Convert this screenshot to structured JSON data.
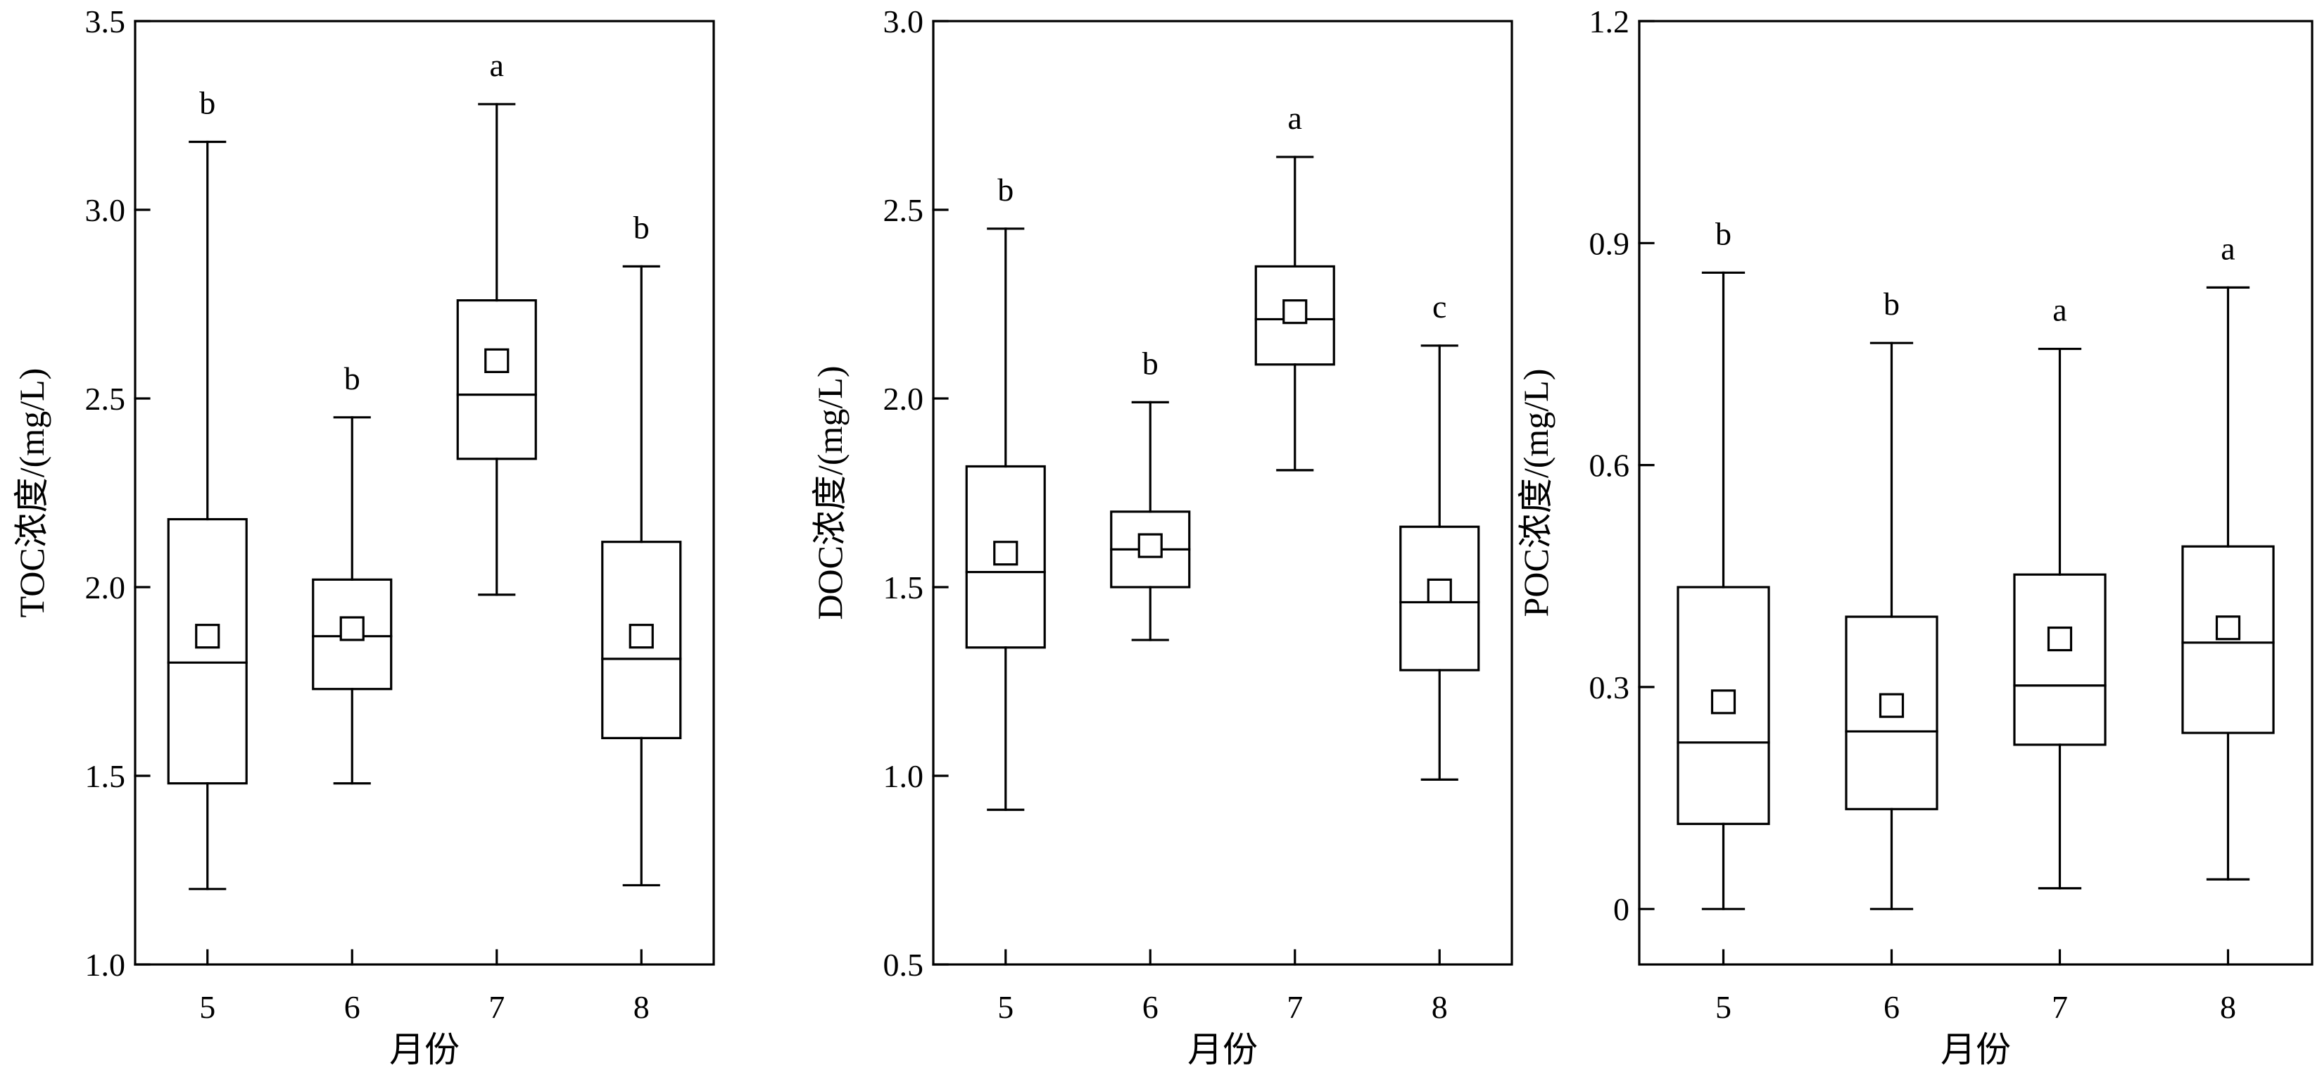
{
  "chart_data": [
    {
      "type": "box",
      "ylabel": "TOC浓度/(mg/L)",
      "xlabel": "月份",
      "ylim": [
        1.0,
        3.5
      ],
      "yticks": [
        "1.0",
        "1.5",
        "2.0",
        "2.5",
        "3.0",
        "3.5"
      ],
      "categories": [
        "5",
        "6",
        "7",
        "8"
      ],
      "boxes": [
        {
          "whisker_low": 1.2,
          "q1": 1.48,
          "median": 1.8,
          "q3": 2.18,
          "whisker_high": 3.18,
          "mean": 1.87,
          "letter": "b"
        },
        {
          "whisker_low": 1.48,
          "q1": 1.73,
          "median": 1.87,
          "q3": 2.02,
          "whisker_high": 2.45,
          "mean": 1.89,
          "letter": "b"
        },
        {
          "whisker_low": 1.98,
          "q1": 2.34,
          "median": 2.51,
          "q3": 2.76,
          "whisker_high": 3.28,
          "mean": 2.6,
          "letter": "a"
        },
        {
          "whisker_low": 1.21,
          "q1": 1.6,
          "median": 1.81,
          "q3": 2.12,
          "whisker_high": 2.85,
          "mean": 1.87,
          "letter": "b"
        }
      ]
    },
    {
      "type": "box",
      "ylabel": "DOC浓度/(mg/L)",
      "xlabel": "月份",
      "ylim": [
        0.5,
        3.0
      ],
      "yticks": [
        "0.5",
        "1.0",
        "1.5",
        "2.0",
        "2.5",
        "3.0"
      ],
      "categories": [
        "5",
        "6",
        "7",
        "8"
      ],
      "boxes": [
        {
          "whisker_low": 0.91,
          "q1": 1.34,
          "median": 1.54,
          "q3": 1.82,
          "whisker_high": 2.45,
          "mean": 1.59,
          "letter": "b"
        },
        {
          "whisker_low": 1.36,
          "q1": 1.5,
          "median": 1.6,
          "q3": 1.7,
          "whisker_high": 1.99,
          "mean": 1.61,
          "letter": "b"
        },
        {
          "whisker_low": 1.81,
          "q1": 2.09,
          "median": 2.21,
          "q3": 2.35,
          "whisker_high": 2.64,
          "mean": 2.23,
          "letter": "a"
        },
        {
          "whisker_low": 0.99,
          "q1": 1.28,
          "median": 1.46,
          "q3": 1.66,
          "whisker_high": 2.14,
          "mean": 1.49,
          "letter": "c"
        }
      ]
    },
    {
      "type": "box",
      "ylabel": "POC浓度/(mg/L)",
      "xlabel": "月份",
      "ylim": [
        -0.075,
        1.2
      ],
      "yticks": [
        "0",
        "0.3",
        "0.6",
        "0.9",
        "1.2"
      ],
      "categories": [
        "5",
        "6",
        "7",
        "8"
      ],
      "boxes": [
        {
          "whisker_low": 0.0,
          "q1": 0.115,
          "median": 0.225,
          "q3": 0.435,
          "whisker_high": 0.86,
          "mean": 0.28,
          "letter": "b"
        },
        {
          "whisker_low": 0.0,
          "q1": 0.135,
          "median": 0.24,
          "q3": 0.395,
          "whisker_high": 0.765,
          "mean": 0.275,
          "letter": "b"
        },
        {
          "whisker_low": 0.028,
          "q1": 0.222,
          "median": 0.302,
          "q3": 0.452,
          "whisker_high": 0.757,
          "mean": 0.365,
          "letter": "a"
        },
        {
          "whisker_low": 0.04,
          "q1": 0.238,
          "median": 0.36,
          "q3": 0.49,
          "whisker_high": 0.84,
          "mean": 0.38,
          "letter": "a"
        }
      ]
    }
  ]
}
